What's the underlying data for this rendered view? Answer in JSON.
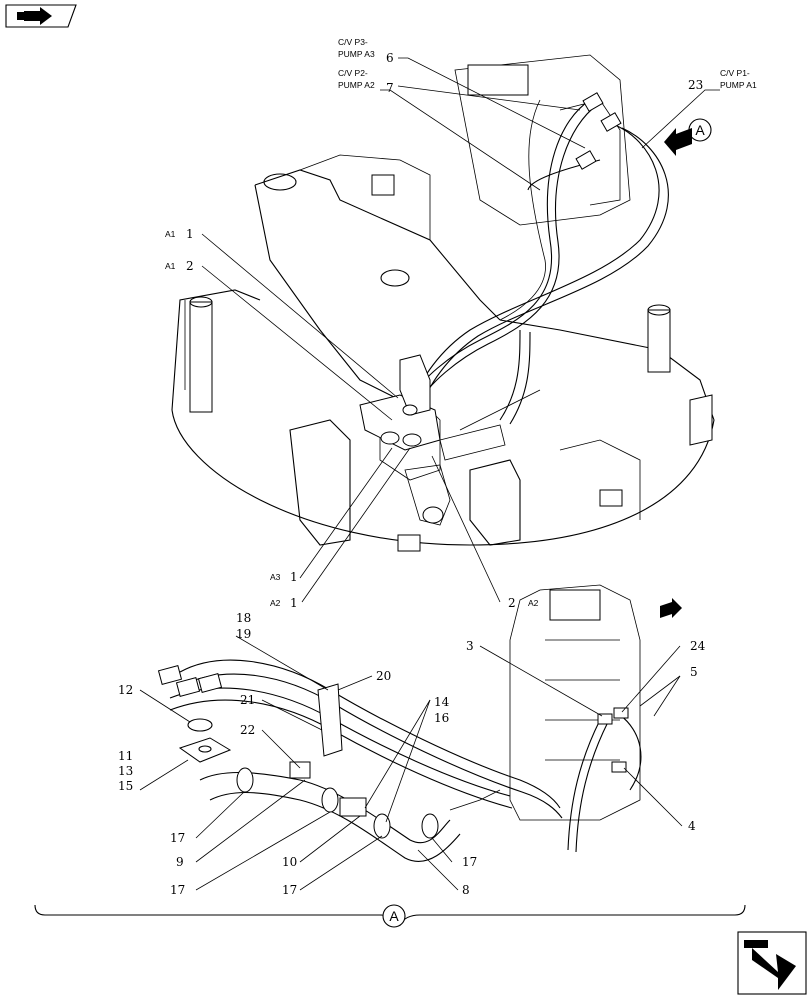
{
  "icons": {
    "prev": "back-arrow-icon",
    "next": "forward-arrow-icon",
    "view": "view-direction-arrow-icon"
  },
  "callouts": [
    {
      "id": "c1",
      "text": "1"
    },
    {
      "id": "c2",
      "text": "2"
    },
    {
      "id": "c3",
      "text": "1"
    },
    {
      "id": "c4",
      "text": "1"
    },
    {
      "id": "c5",
      "text": "2"
    },
    {
      "id": "c6",
      "text": "6"
    },
    {
      "id": "c7",
      "text": "7"
    },
    {
      "id": "c23",
      "text": "23"
    },
    {
      "id": "c18",
      "text": "18"
    },
    {
      "id": "c19",
      "text": "19"
    },
    {
      "id": "c20",
      "text": "20"
    },
    {
      "id": "c21",
      "text": "21"
    },
    {
      "id": "c22",
      "text": "22"
    },
    {
      "id": "c12",
      "text": "12"
    },
    {
      "id": "c11",
      "text": "11"
    },
    {
      "id": "c13",
      "text": "13"
    },
    {
      "id": "c15",
      "text": "15"
    },
    {
      "id": "c14",
      "text": "14"
    },
    {
      "id": "c16",
      "text": "16"
    },
    {
      "id": "c3b",
      "text": "3"
    },
    {
      "id": "c24",
      "text": "24"
    },
    {
      "id": "c5b",
      "text": "5"
    },
    {
      "id": "c4",
      "text": "4"
    },
    {
      "id": "c17a",
      "text": "17"
    },
    {
      "id": "c9",
      "text": "9"
    },
    {
      "id": "c17b",
      "text": "17"
    },
    {
      "id": "c10",
      "text": "10"
    },
    {
      "id": "c17c",
      "text": "17"
    },
    {
      "id": "c8",
      "text": "8"
    },
    {
      "id": "c17d",
      "text": "17"
    }
  ],
  "labels": {
    "a1_top": "A1",
    "a1_mid": "A1",
    "a3": "A3",
    "a2_left": "A2",
    "a2_right": "A2",
    "cv_p3": "C/V P3-",
    "pump_a3": "PUMP A3",
    "cv_p2": "C/V P2-",
    "pump_a2": "PUMP A2",
    "cv_p1": "C/V P1-",
    "pump_a1": "PUMP A1"
  },
  "view_refs": {
    "top": "A",
    "bottom": "A"
  }
}
